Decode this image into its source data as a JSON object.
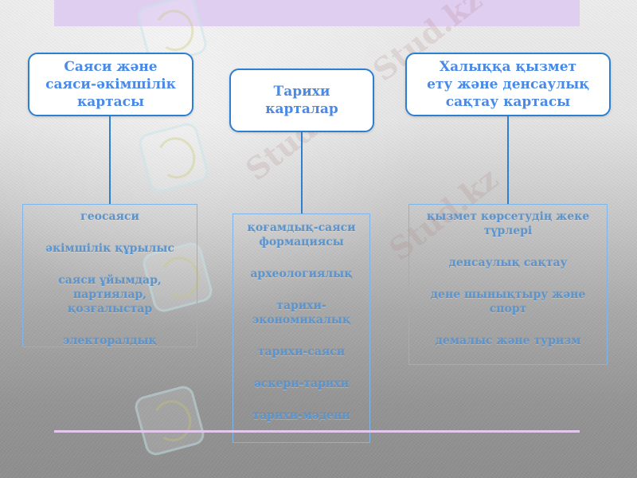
{
  "colors": {
    "top_band": "#e0cef0",
    "header_border": "#2d7fd2",
    "header_text": "#4a8ae6",
    "detail_text": "#5a95d0",
    "detail_border": "#7fb6ea",
    "bottom_line": "#e3c8ee"
  },
  "watermark": {
    "text_1": "Stud.kz - Stud.kz",
    "text_2": "Stud.kz",
    "logo": "hummingbird-logo"
  },
  "columns": [
    {
      "header": "Саяси және\nсаяси-әкімшілік\nкартасы",
      "items": [
        "геосаяси",
        "әкімшілік құрылыс",
        "саяси ұйымдар,\nпартиялар,\nқозғалыстар",
        "электоралдық"
      ]
    },
    {
      "header": "Тарихи\nкарталар",
      "items": [
        "қоғамдық-саяси\nформациясы",
        "археологиялық",
        "тарихи-\nэкономикалық",
        "тарихи-саяси",
        "әскери-тарихи",
        "тарихи-мәдени"
      ]
    },
    {
      "header": "Халыққа қызмет\nету және денсаулық\nсақтау картасы",
      "items": [
        "қызмет көрсетудің жеке\nтүрлері",
        "денсаулық сақтау",
        "дене шынықтыру және\nспорт",
        "демалыс және туризм"
      ]
    }
  ]
}
